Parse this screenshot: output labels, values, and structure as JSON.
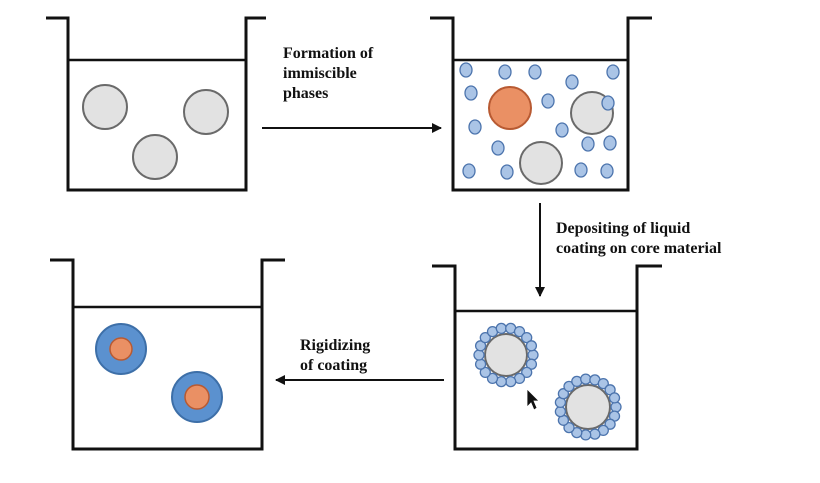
{
  "steps": {
    "formation": {
      "line1": "Formation of",
      "line2": "immiscible",
      "line3": "phases"
    },
    "depositing": {
      "line1": "Depositing of liquid",
      "line2": "coating on core material"
    },
    "rigidizing": {
      "line1": "Rigidizing",
      "line2": "of coating"
    }
  },
  "colors": {
    "outline": "#111111",
    "core_fill": "#e2e2e2",
    "core_stroke": "#6a6a6a",
    "droplet_fill": "#aac4e6",
    "droplet_stroke": "#4c74ad",
    "orange_fill": "#ea9064",
    "orange_stroke": "#b85a32",
    "coating_fill": "#5b91cf",
    "coating_stroke": "#3d6fa8"
  },
  "icons": {
    "cursor": "mouse-pointer-icon"
  }
}
